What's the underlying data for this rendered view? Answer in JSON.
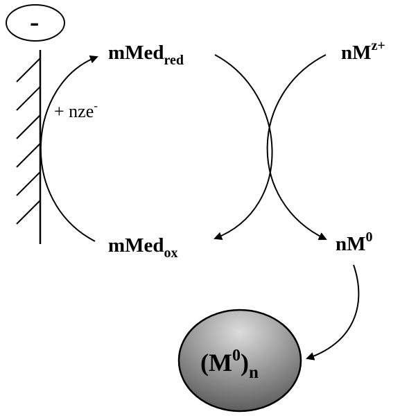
{
  "electrode": {
    "charge_sign": "-"
  },
  "labels": {
    "med_red": {
      "base": "mMed",
      "sub": "red"
    },
    "med_ox": {
      "base": "mMed",
      "sub": "ox"
    },
    "metal_ion": {
      "base": "nM",
      "sup": "z+"
    },
    "metal_atom": {
      "base": "nM",
      "sup": "0"
    },
    "electrons": {
      "base": "+ nze",
      "sup": "-"
    },
    "cluster": {
      "open": "(M",
      "sup": "0",
      "close": ")",
      "sub": "n"
    }
  },
  "colors": {
    "ink": "#000000",
    "sphere_light": "#dcdcdc",
    "sphere_dark": "#5a5a5a"
  }
}
